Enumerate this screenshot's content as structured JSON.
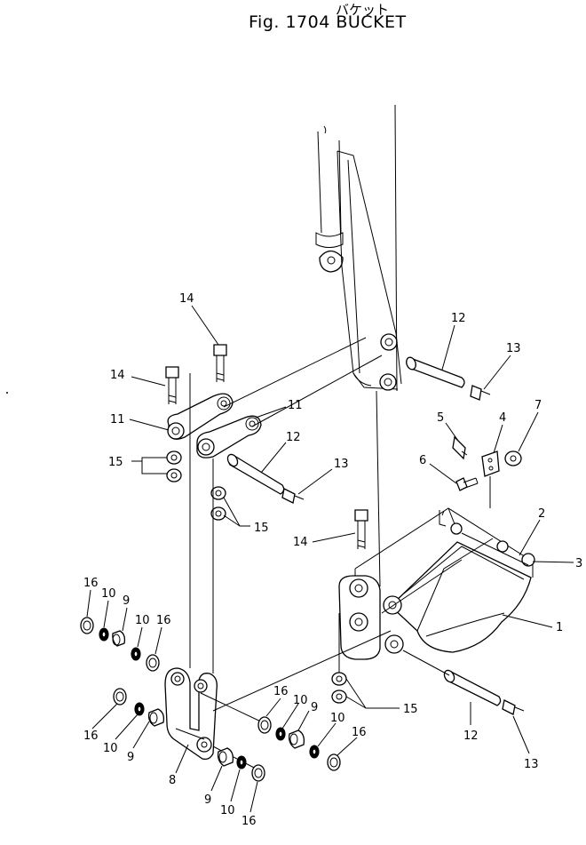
{
  "header": {
    "title_jp": "バケット",
    "title": "Fig. 1704 BUCKET"
  },
  "callouts": [
    {
      "id": "c1",
      "text": "1"
    },
    {
      "id": "c2",
      "text": "2"
    },
    {
      "id": "c3",
      "text": "3"
    },
    {
      "id": "c4",
      "text": "4"
    },
    {
      "id": "c5",
      "text": "5"
    },
    {
      "id": "c6",
      "text": "6"
    },
    {
      "id": "c7",
      "text": "7"
    },
    {
      "id": "c8",
      "text": "8"
    },
    {
      "id": "c9a",
      "text": "9"
    },
    {
      "id": "c9b",
      "text": "9"
    },
    {
      "id": "c9c",
      "text": "9"
    },
    {
      "id": "c9d",
      "text": "9"
    },
    {
      "id": "c10a",
      "text": "10"
    },
    {
      "id": "c10b",
      "text": "10"
    },
    {
      "id": "c10c",
      "text": "10"
    },
    {
      "id": "c10d",
      "text": "10"
    },
    {
      "id": "c10e",
      "text": "10"
    },
    {
      "id": "c10f",
      "text": "10"
    },
    {
      "id": "c11a",
      "text": "11"
    },
    {
      "id": "c11b",
      "text": "11"
    },
    {
      "id": "c12a",
      "text": "12"
    },
    {
      "id": "c12b",
      "text": "12"
    },
    {
      "id": "c12c",
      "text": "12"
    },
    {
      "id": "c13a",
      "text": "13"
    },
    {
      "id": "c13b",
      "text": "13"
    },
    {
      "id": "c13c",
      "text": "13"
    },
    {
      "id": "c14a",
      "text": "14"
    },
    {
      "id": "c14b",
      "text": "14"
    },
    {
      "id": "c14c",
      "text": "14"
    },
    {
      "id": "c15a",
      "text": "15"
    },
    {
      "id": "c15b",
      "text": "15"
    },
    {
      "id": "c15c",
      "text": "15"
    },
    {
      "id": "c16a",
      "text": "16"
    },
    {
      "id": "c16b",
      "text": "16"
    },
    {
      "id": "c16c",
      "text": "16"
    },
    {
      "id": "c16d",
      "text": "16"
    },
    {
      "id": "c16e",
      "text": "16"
    },
    {
      "id": "c16f",
      "text": "16"
    }
  ]
}
